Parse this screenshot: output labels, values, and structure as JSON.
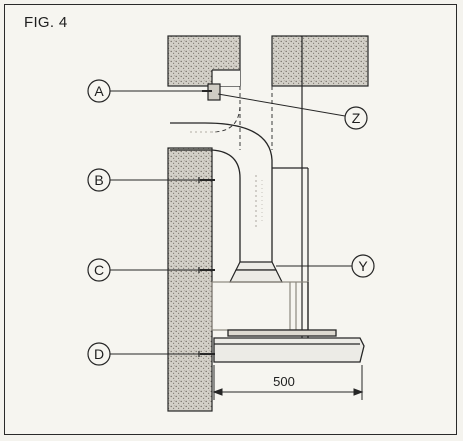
{
  "figure": {
    "title": "FIG. 4"
  },
  "callouts": {
    "A": "A",
    "B": "B",
    "C": "C",
    "D": "D",
    "Y": "Y",
    "Z": "Z"
  },
  "dimension": {
    "value": "500"
  },
  "colors": {
    "line": "#262626",
    "wall_fill": "#cfccc4",
    "hatch": "#6f6a62",
    "paper": "#f6f5f0"
  }
}
